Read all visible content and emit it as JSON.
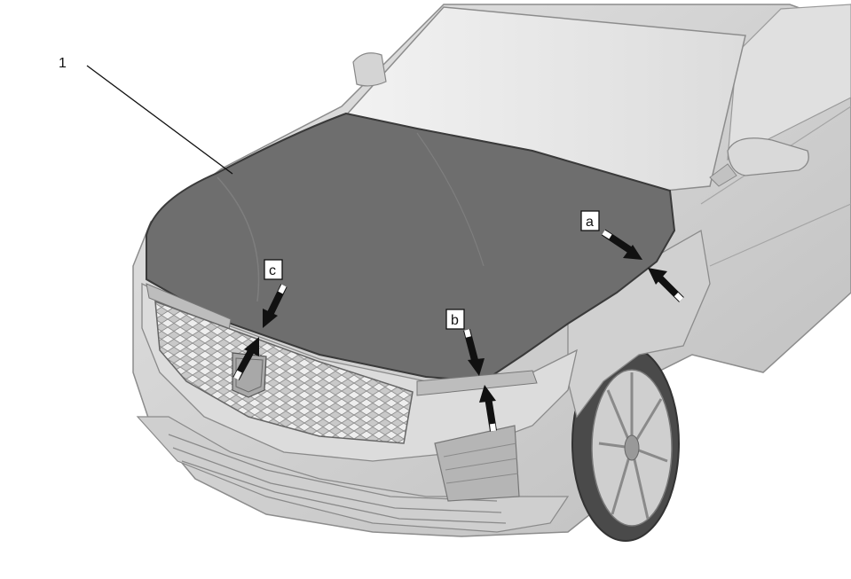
{
  "callouts": {
    "part_number": "1",
    "point_a": "a",
    "point_b": "b",
    "point_c": "c"
  },
  "colors": {
    "hood": "#6e6e6e",
    "body": "#d9d9d9",
    "body_dark": "#9a9a9a",
    "glass": "#ebebeb",
    "arrow": "#111111"
  }
}
